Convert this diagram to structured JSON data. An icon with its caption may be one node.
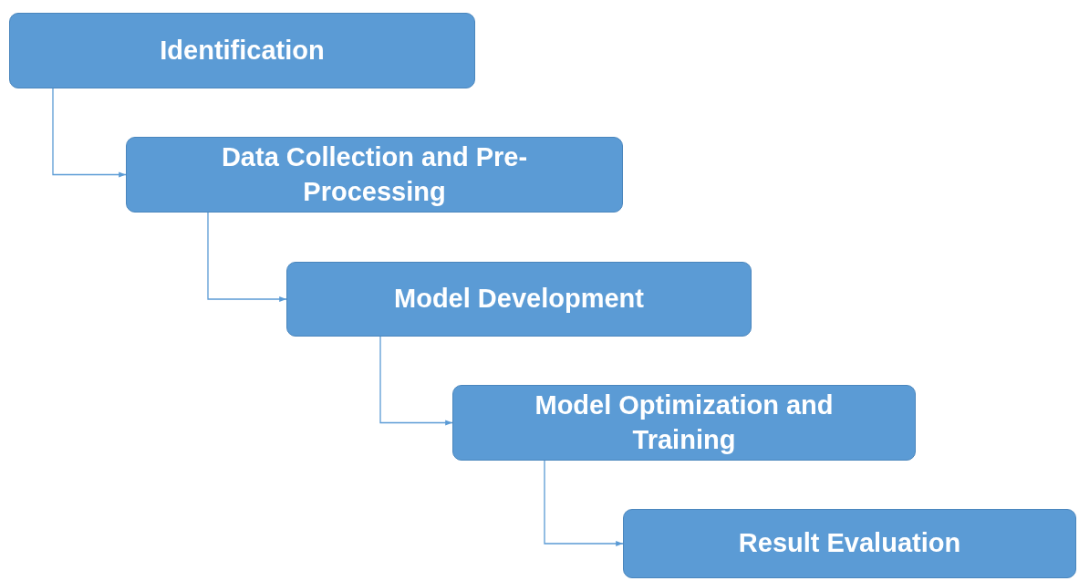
{
  "diagram": {
    "nodes": [
      {
        "text": [
          "Identification"
        ]
      },
      {
        "text": [
          "Data Collection and Pre-Processing"
        ]
      },
      {
        "text": [
          "Model Development"
        ]
      },
      {
        "text": [
          "Model Optimization and Training"
        ]
      },
      {
        "text": [
          "Result Evaluation"
        ]
      }
    ],
    "edges": [
      {
        "from": 0,
        "to": 1,
        "arrow": "to"
      },
      {
        "from": 1,
        "to": 2,
        "arrow": "to"
      },
      {
        "from": 2,
        "to": 3,
        "arrow": "to"
      },
      {
        "from": 3,
        "to": 4,
        "arrow": "to"
      }
    ]
  }
}
